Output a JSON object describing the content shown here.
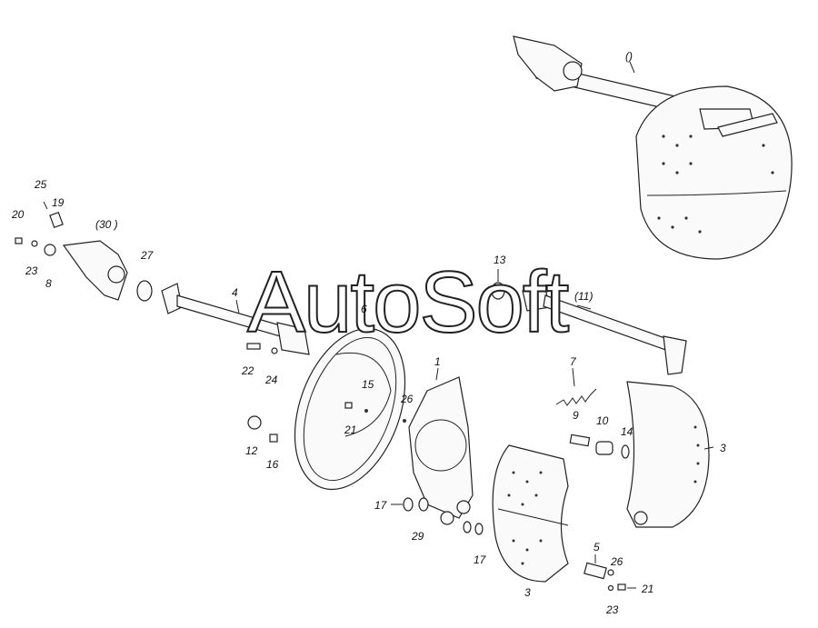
{
  "watermark": "AutoSoft",
  "labels": {
    "top_assembly": "()",
    "p1": "1",
    "p3a": "3",
    "p3b": "3",
    "p4": "4",
    "p5": "5",
    "p6": "6",
    "p7": "7",
    "p8": "8",
    "p9": "9",
    "p10": "10",
    "p11": "(11)",
    "p12": "12",
    "p13": "13",
    "p14": "14",
    "p15": "15",
    "p16": "16",
    "p17a": "17",
    "p17b": "17",
    "p19": "19",
    "p20": "20",
    "p21a": "21",
    "p21b": "21",
    "p22": "22",
    "p23a": "23",
    "p23b": "23",
    "p24": "24",
    "p25": "25",
    "p26a": "26",
    "p26b": "26",
    "p27": "27",
    "p29": "29",
    "p30": "(30 )"
  }
}
